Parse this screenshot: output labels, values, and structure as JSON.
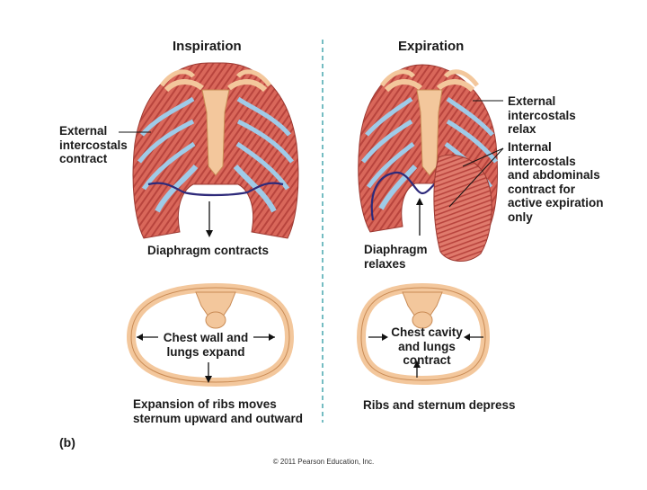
{
  "panel_label": "(b)",
  "copyright": "© 2011 Pearson Education, Inc.",
  "inspiration": {
    "title": "Inspiration",
    "ext_intercostals_label": [
      "External",
      "intercostals",
      "contract"
    ],
    "diaphragm_label": "Diaphragm contracts",
    "chest_label": [
      "Chest wall and",
      "lungs expand"
    ],
    "caption": [
      "Expansion of ribs moves",
      "sternum upward and outward"
    ]
  },
  "expiration": {
    "title": "Expiration",
    "ext_intercostals_label": [
      "External",
      "intercostals",
      "relax"
    ],
    "int_intercostals_label": [
      "Internal",
      "intercostals",
      "and abdominals",
      "contract for",
      "active expiration",
      "only"
    ],
    "diaphragm_label": [
      "Diaphragm",
      "relaxes"
    ],
    "chest_label": [
      "Chest cavity",
      "and lungs",
      "contract"
    ],
    "caption": "Ribs and sternum depress"
  },
  "colors": {
    "rib": "#d9675a",
    "rib_stripe": "#b8443d",
    "cartilage": "#9fcbe8",
    "bone": "#f3c79c",
    "bone_outline": "#c98b55",
    "diaphragm": "#2e2a7a",
    "divider": "#3aa0a8",
    "text": "#1a1a1a"
  }
}
